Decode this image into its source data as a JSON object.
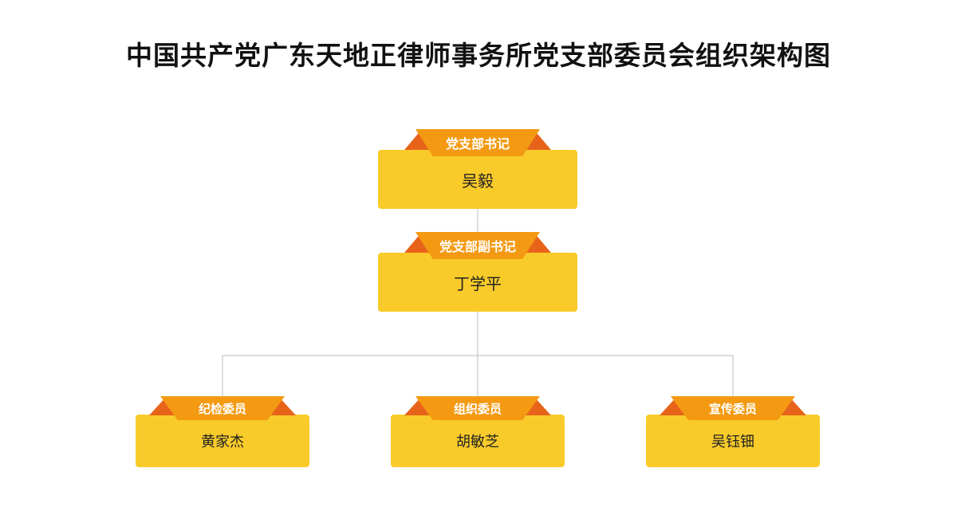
{
  "title": "中国共产党广东天地正律师事务所党支部委员会组织架构图",
  "colors": {
    "box": "#F9CB2A",
    "ribbon": "#F39A12",
    "ribbon_shadow": "#E8631A",
    "line": "#BBBBBB"
  },
  "nodes": {
    "secretary": {
      "role": "党支部书记",
      "name": "吴毅"
    },
    "deputy": {
      "role": "党支部副书记",
      "name": "丁学平"
    },
    "discipline": {
      "role": "纪检委员",
      "name": "黄家杰"
    },
    "organization": {
      "role": "组织委员",
      "name": "胡敏芝"
    },
    "publicity": {
      "role": "宣传委员",
      "name": "吴钰钿"
    }
  }
}
